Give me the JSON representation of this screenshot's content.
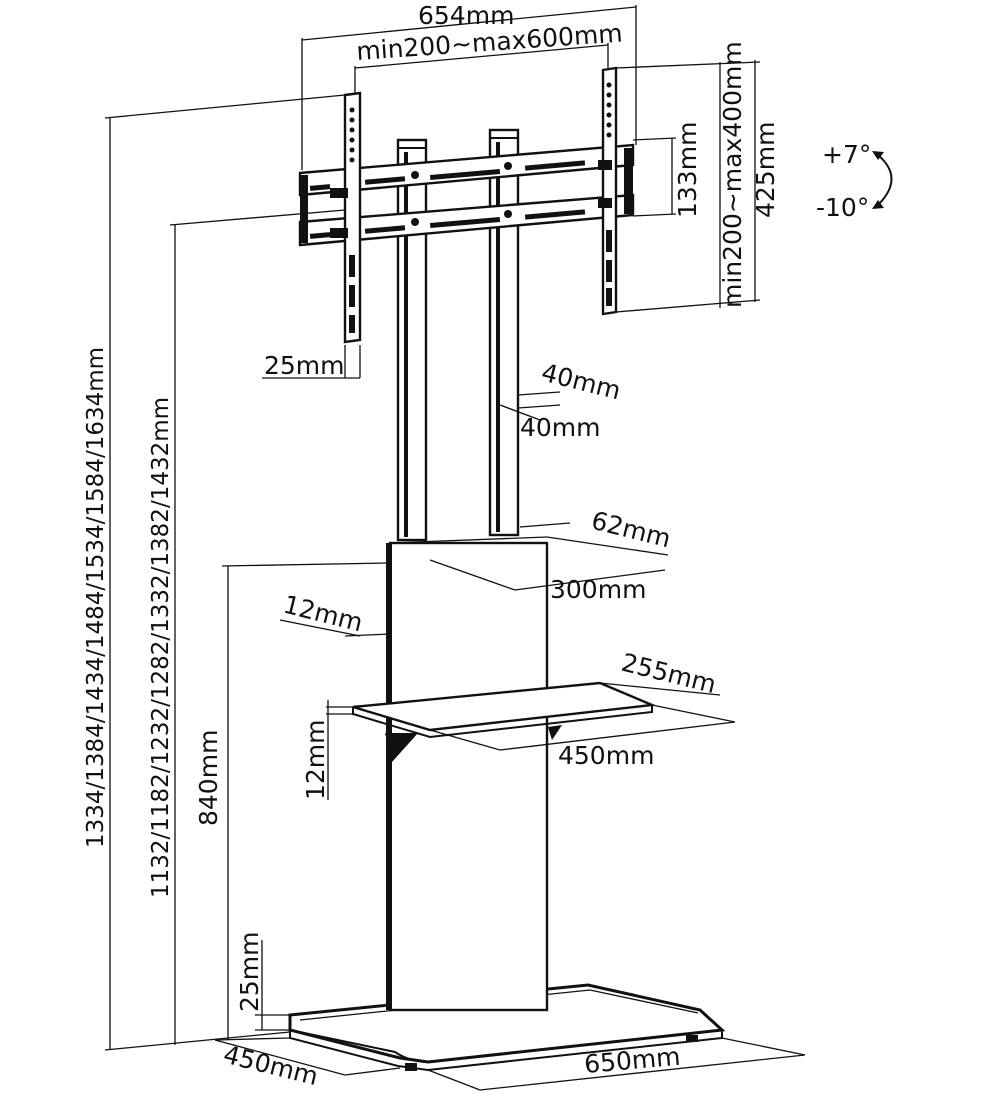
{
  "dimensions": {
    "bracket_width": "654mm",
    "vesa_horizontal": "min200~max600mm",
    "vesa_vertical": "min200~max400mm",
    "bracket_height": "425mm",
    "arm_spacing": "133mm",
    "bracket_depth": "25mm",
    "pole_width": "40mm",
    "pole_depth": "40mm",
    "cover_depth": "62mm",
    "cover_width": "300mm",
    "cover_thickness": "12mm",
    "shelf_depth": "255mm",
    "shelf_width": "450mm",
    "shelf_thickness": "12mm",
    "shelf_height": "840mm",
    "base_thickness": "25mm",
    "base_depth": "450mm",
    "base_width": "650mm",
    "total_height": "1334/1384/1434/1484/1534/1584/1634mm",
    "bracket_base_height": "1132/1182/1232/1282/1332/1382/1432mm"
  },
  "tilt": {
    "up": "+7°",
    "down": "-10°"
  }
}
